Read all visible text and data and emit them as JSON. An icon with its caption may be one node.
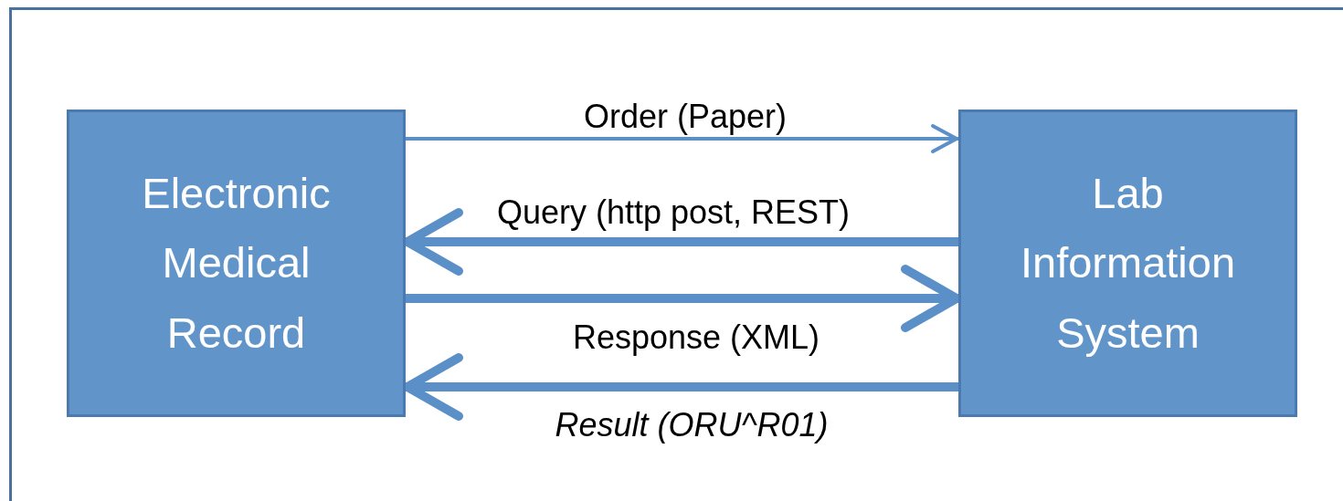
{
  "diagram": {
    "nodes": [
      {
        "text": [
          "Electronic Medical Record"
        ]
      },
      {
        "text": [
          "Lab Information System"
        ]
      }
    ],
    "edges": [
      {
        "from": 0,
        "to": 1,
        "arrow": "to",
        "label": "Order (Paper)"
      },
      {
        "from": 1,
        "to": 0,
        "arrow": "to",
        "label": "Query (http post, REST)"
      },
      {
        "from": 0,
        "to": 1,
        "arrow": "to",
        "label": "Response (XML)"
      },
      {
        "from": 1,
        "to": 0,
        "arrow": "to",
        "label": "Result (ORU^R01)"
      }
    ]
  }
}
